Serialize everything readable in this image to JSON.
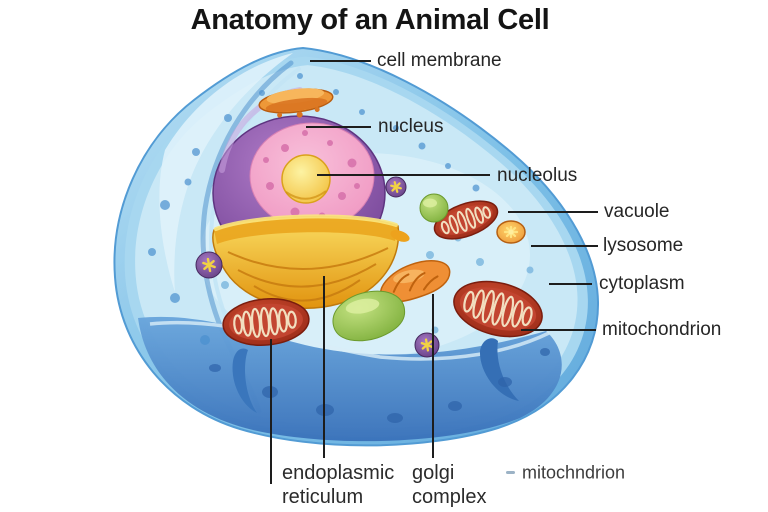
{
  "title": "Anatomy of an Animal Cell",
  "diagram": {
    "type": "labeled-illustration",
    "subject": "animal cell cross-section"
  },
  "labels": {
    "cell_membrane": "cell membrane",
    "nucleus": "nucleus",
    "nucleolus": "nucleolus",
    "vacuole": "vacuole",
    "lysosome": "lysosome",
    "cytoplasm": "cytoplasm",
    "mitochondrion": "mitochondrion",
    "endoplasmic_line1": "endoplasmic",
    "endoplasmic_line2": "reticulum",
    "golgi_line1": "golgi",
    "golgi_line2": "complex",
    "mitochndrion_misspelled": "mitochndrion"
  },
  "palette": {
    "cell_membrane_blue": "#7bbfe7",
    "cytoplasm_light_blue": "#c9e8f6",
    "cytosol_deep_blue": "#3b74bb",
    "speckle_blue": "#4a90cf",
    "nucleus_purple": "#8a50a6",
    "nucleoplasm_pink": "#f3a6cb",
    "nucleolus_yellow": "#f3c235",
    "er_gold": "#f0b52b",
    "golgi_orange": "#ef8f35",
    "mitochondrion_red": "#a52a18",
    "cristae_cream": "#f2dfc0",
    "green_organelle": "#94c24a",
    "lysosome_orange": "#f0992e",
    "vesicle_purple": "#7a4f9a",
    "star_yellow": "#f2d243",
    "label_text": "#262626",
    "leader_line": "#1d1d1d",
    "bottom_dash": "#9cb3c6"
  }
}
